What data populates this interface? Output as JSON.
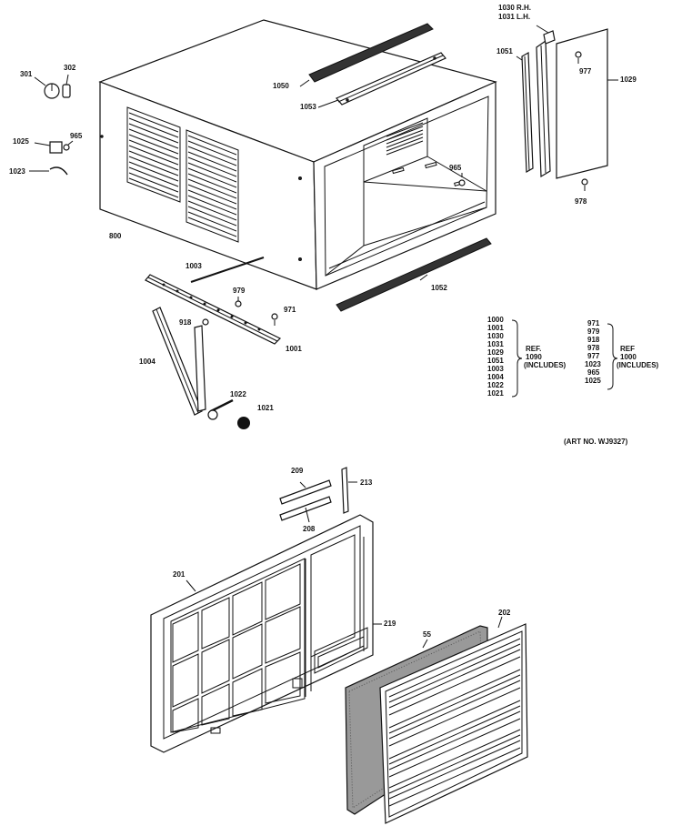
{
  "labels": {
    "p301": "301",
    "p302": "302",
    "p1025": "1025",
    "p965a": "965",
    "p1023": "1023",
    "p800": "800",
    "p1050": "1050",
    "p1053": "1053",
    "p1030": "1030 R.H.",
    "p1031": "1031 L.H.",
    "p1051": "1051",
    "p977": "977",
    "p1029": "1029",
    "p978": "978",
    "p965b": "965",
    "p1052": "1052",
    "p1003": "1003",
    "p979": "979",
    "p971": "971",
    "p918": "918",
    "p1001": "1001",
    "p1004": "1004",
    "p1022": "1022",
    "p1021": "1021",
    "p209": "209",
    "p213": "213",
    "p208": "208",
    "p201": "201",
    "p219": "219",
    "p55": "55",
    "p202": "202"
  },
  "ref_block_1": {
    "parts": [
      "1000",
      "1001",
      "1030",
      "1031",
      "1029",
      "1051",
      "1003",
      "1004",
      "1022",
      "1021"
    ],
    "ref_line1": "REF.",
    "ref_line2": "1090",
    "ref_line3": "(INCLUDES)"
  },
  "ref_block_2": {
    "parts": [
      "971",
      "979",
      "918",
      "978",
      "977",
      "1023",
      "965",
      "1025"
    ],
    "ref_line1": "REF",
    "ref_line2": "1000",
    "ref_line3": "(INCLUDES)"
  },
  "art_no": "(ART NO. WJ9327)"
}
